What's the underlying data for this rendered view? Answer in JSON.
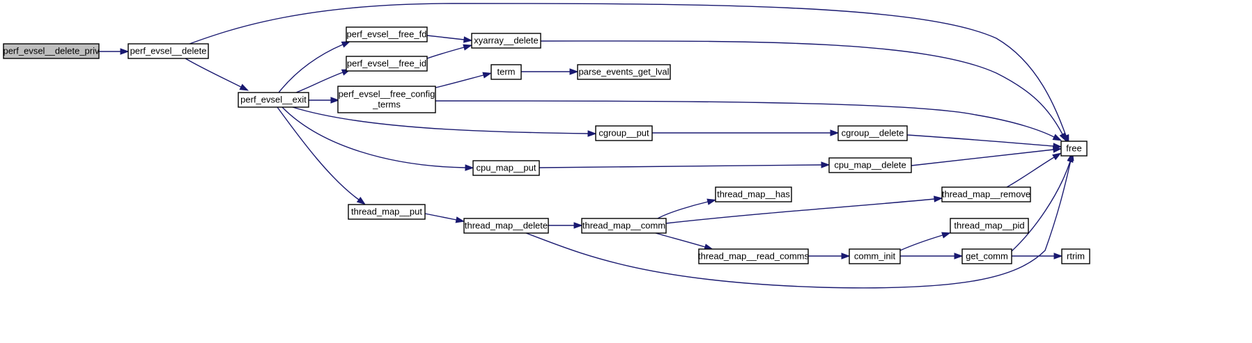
{
  "graph": {
    "colors": {
      "edge": "#191970",
      "root_fill": "#bfbfbf",
      "node_fill": "#ffffff",
      "node_border": "#000000"
    },
    "nodes": [
      {
        "id": "n0",
        "lines": [
          "perf_evsel__delete_priv"
        ],
        "root": true
      },
      {
        "id": "n1",
        "lines": [
          "perf_evsel__delete"
        ]
      },
      {
        "id": "n2",
        "lines": [
          "perf_evsel__exit"
        ]
      },
      {
        "id": "n3",
        "lines": [
          "perf_evsel__free_fd"
        ]
      },
      {
        "id": "n4",
        "lines": [
          "perf_evsel__free_id"
        ]
      },
      {
        "id": "n5",
        "lines": [
          "perf_evsel__free_config",
          "_terms"
        ]
      },
      {
        "id": "n6",
        "lines": [
          "xyarray__delete"
        ]
      },
      {
        "id": "n7",
        "lines": [
          "term"
        ]
      },
      {
        "id": "n8",
        "lines": [
          "parse_events_get_lval"
        ]
      },
      {
        "id": "n9",
        "lines": [
          "cgroup__put"
        ]
      },
      {
        "id": "n10",
        "lines": [
          "cgroup__delete"
        ]
      },
      {
        "id": "n11",
        "lines": [
          "cpu_map__put"
        ]
      },
      {
        "id": "n12",
        "lines": [
          "cpu_map__delete"
        ]
      },
      {
        "id": "n13",
        "lines": [
          "thread_map__put"
        ]
      },
      {
        "id": "n14",
        "lines": [
          "thread_map__delete"
        ]
      },
      {
        "id": "n15",
        "lines": [
          "thread_map__comm"
        ]
      },
      {
        "id": "n16",
        "lines": [
          "thread_map__has"
        ]
      },
      {
        "id": "n17",
        "lines": [
          "thread_map__remove"
        ]
      },
      {
        "id": "n18",
        "lines": [
          "thread_map__read_comms"
        ]
      },
      {
        "id": "n19",
        "lines": [
          "comm_init"
        ]
      },
      {
        "id": "n20",
        "lines": [
          "thread_map__pid"
        ]
      },
      {
        "id": "n21",
        "lines": [
          "get_comm"
        ]
      },
      {
        "id": "n22",
        "lines": [
          "rtrim"
        ]
      },
      {
        "id": "n23",
        "lines": [
          "free"
        ]
      }
    ],
    "edges": [
      {
        "from": "n0",
        "to": "n1"
      },
      {
        "from": "n1",
        "to": "n2"
      },
      {
        "from": "n1",
        "to": "n23"
      },
      {
        "from": "n2",
        "to": "n3"
      },
      {
        "from": "n2",
        "to": "n4"
      },
      {
        "from": "n2",
        "to": "n5"
      },
      {
        "from": "n2",
        "to": "n9"
      },
      {
        "from": "n2",
        "to": "n11"
      },
      {
        "from": "n2",
        "to": "n13"
      },
      {
        "from": "n3",
        "to": "n6"
      },
      {
        "from": "n4",
        "to": "n6"
      },
      {
        "from": "n6",
        "to": "n23"
      },
      {
        "from": "n5",
        "to": "n7"
      },
      {
        "from": "n5",
        "to": "n23"
      },
      {
        "from": "n7",
        "to": "n8"
      },
      {
        "from": "n9",
        "to": "n10"
      },
      {
        "from": "n10",
        "to": "n23"
      },
      {
        "from": "n11",
        "to": "n12"
      },
      {
        "from": "n12",
        "to": "n23"
      },
      {
        "from": "n13",
        "to": "n14"
      },
      {
        "from": "n14",
        "to": "n15"
      },
      {
        "from": "n14",
        "to": "n23"
      },
      {
        "from": "n15",
        "to": "n16"
      },
      {
        "from": "n15",
        "to": "n17"
      },
      {
        "from": "n15",
        "to": "n18"
      },
      {
        "from": "n17",
        "to": "n23"
      },
      {
        "from": "n18",
        "to": "n19"
      },
      {
        "from": "n19",
        "to": "n20"
      },
      {
        "from": "n19",
        "to": "n21"
      },
      {
        "from": "n21",
        "to": "n22"
      },
      {
        "from": "n21",
        "to": "n23"
      }
    ]
  }
}
